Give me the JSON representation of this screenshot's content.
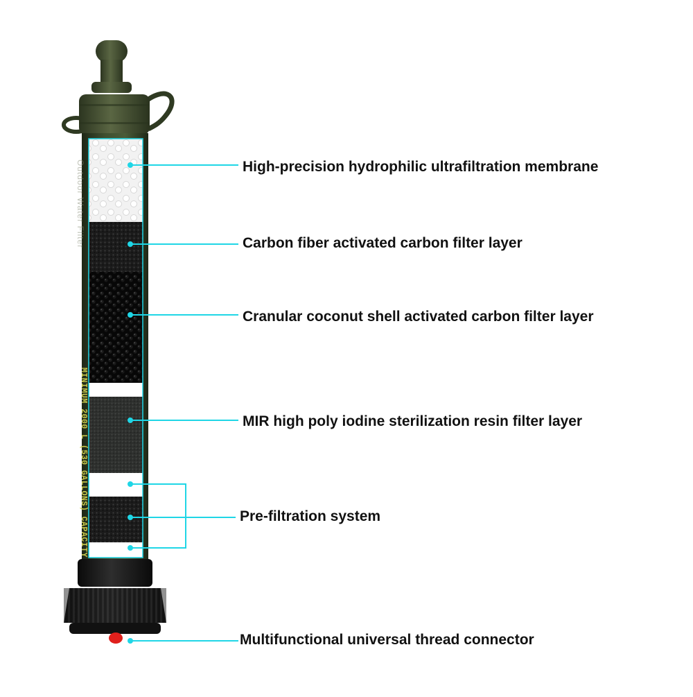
{
  "product": {
    "tube_print": "MINIMUM 2000 L (530 GALLONS) CAPACITY",
    "tube_print_faint": "Outdoor Water Filter"
  },
  "callouts": [
    {
      "id": "membrane",
      "label": "High-precision hydrophilic ultrafiltration membrane"
    },
    {
      "id": "carbon-fiber",
      "label": "Carbon fiber activated carbon filter layer"
    },
    {
      "id": "coconut",
      "label": "Cranular coconut shell activated carbon filter layer"
    },
    {
      "id": "resin",
      "label": "MIR high poly iodine sterilization resin filter layer"
    },
    {
      "id": "prefilter",
      "label": "Pre-filtration system"
    },
    {
      "id": "connector",
      "label": "Multifunctional universal thread connector"
    }
  ],
  "colors": {
    "tube_green": "#3b4a2e",
    "tube_dark": "#26301d",
    "cap_green": "#4a5535",
    "leader_cyan": "#1fd6e6",
    "tube_text": "#c8c84a",
    "valve_red": "#e0201c"
  }
}
